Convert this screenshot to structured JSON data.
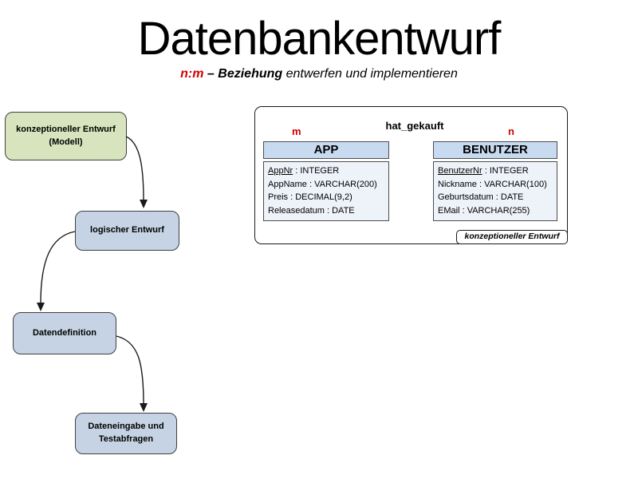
{
  "slide": {
    "title": "Datenbankentwurf",
    "subtitle": {
      "term": "n:m",
      "emphasis": "– Beziehung",
      "rest": "entwerfen und implementieren"
    }
  },
  "flowchart": {
    "nodes": [
      {
        "label": "konzeptioneller Entwurf (Modell)"
      },
      {
        "label": "logischer Entwurf"
      },
      {
        "label": "Datendefinition"
      },
      {
        "label": "Dateneingabe und Testabfragen"
      }
    ]
  },
  "er_diagram": {
    "relationship_label": "hat_gekauft",
    "cardinality_left": "m",
    "cardinality_right": "n",
    "attr_separator": " : ",
    "entities": [
      {
        "name": "APP",
        "attributes": [
          {
            "name": "AppNr",
            "type": "INTEGER",
            "primary_key": true
          },
          {
            "name": "AppName",
            "type": "VARCHAR(200)",
            "primary_key": false
          },
          {
            "name": "Preis",
            "type": "DECIMAL(9,2)",
            "primary_key": false
          },
          {
            "name": "Releasedatum",
            "type": "DATE",
            "primary_key": false
          }
        ]
      },
      {
        "name": "BENUTZER",
        "attributes": [
          {
            "name": "BenutzerNr",
            "type": "INTEGER",
            "primary_key": true
          },
          {
            "name": "Nickname",
            "type": "VARCHAR(100)",
            "primary_key": false
          },
          {
            "name": "Geburtsdatum",
            "type": "DATE",
            "primary_key": false
          },
          {
            "name": "EMail",
            "type": "VARCHAR(255)",
            "primary_key": false
          }
        ]
      }
    ],
    "caption": "konzeptioneller Entwurf"
  },
  "colors": {
    "accent_red": "#d40000",
    "concept_node_fill": "#d7e4bd",
    "flow_node_fill": "#c6d3e4",
    "entity_header_fill": "#c8daf0",
    "entity_body_fill": "#eef2f9"
  }
}
